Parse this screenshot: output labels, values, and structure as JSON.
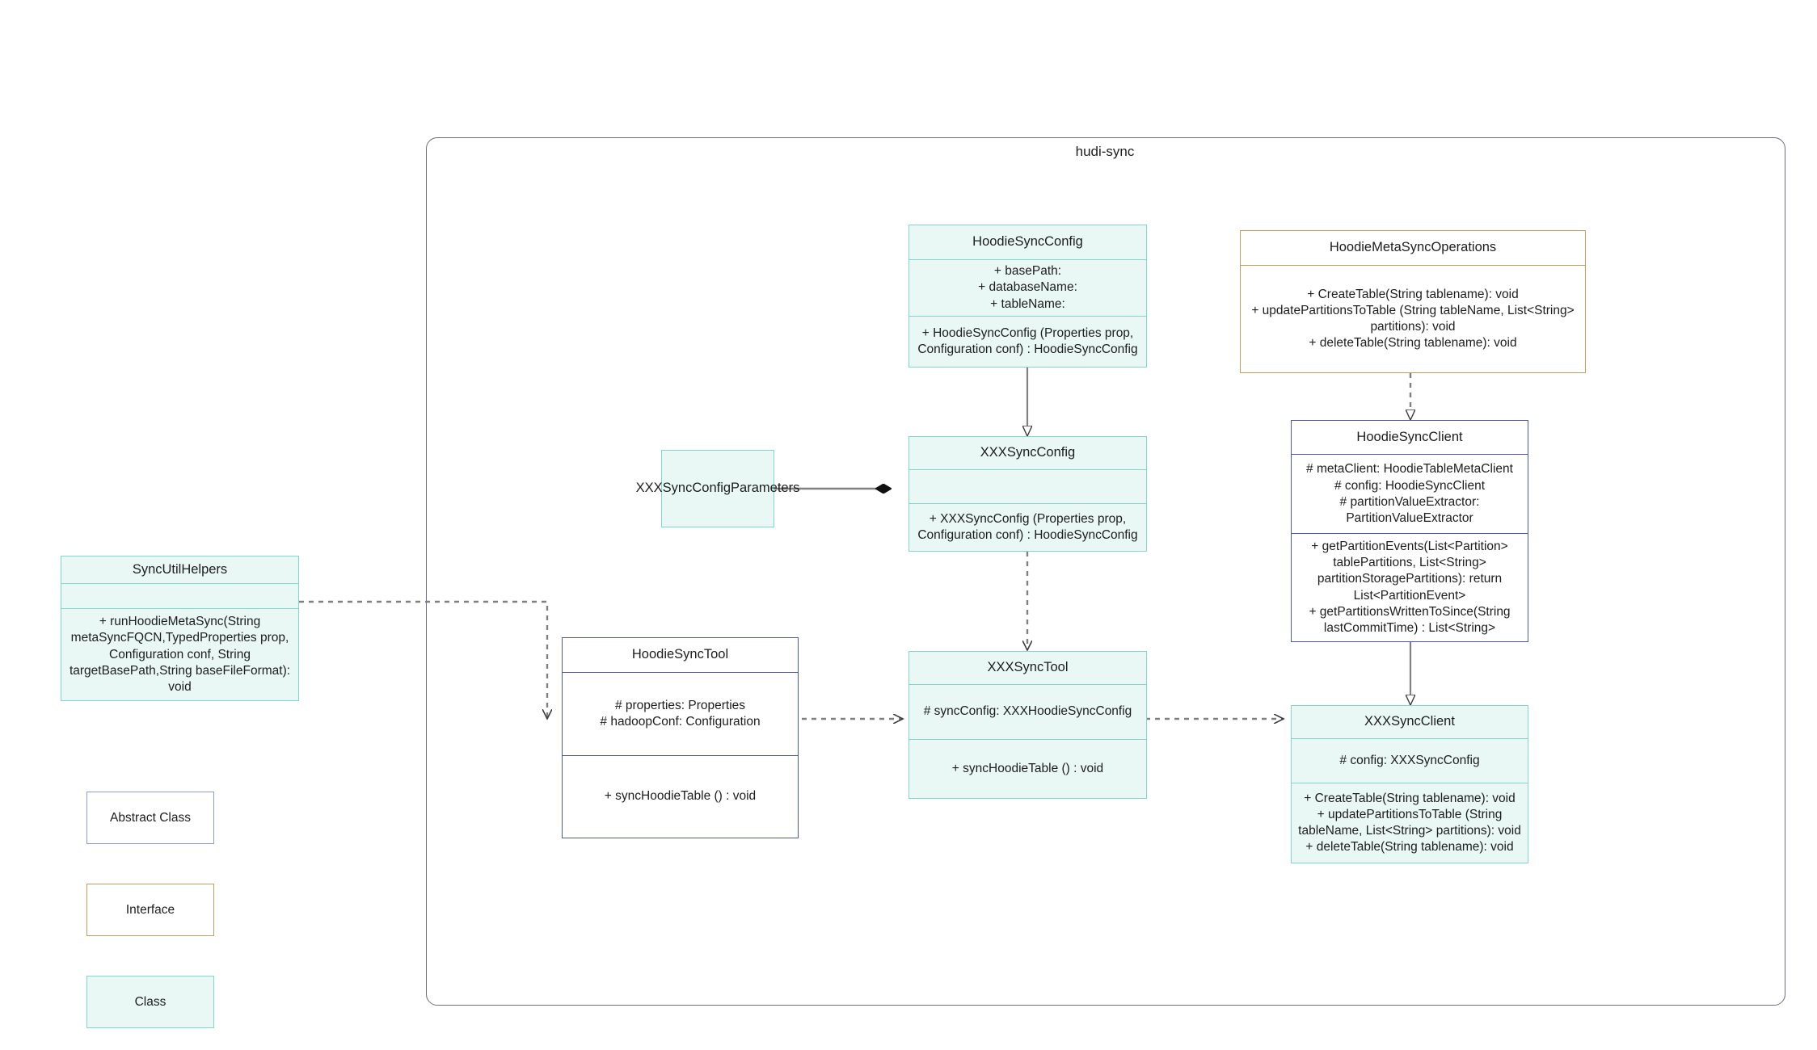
{
  "diagram": {
    "package_title": "hudi-sync",
    "type": "uml-class-diagram"
  },
  "nodes": {
    "hoodie_sync_config": {
      "name": "HoodieSyncConfig",
      "attributes": "+    basePath:\n+   databaseName:\n+   tableName:",
      "methods": "+   HoodieSyncConfig (Properties prop, Configuration conf) : HoodieSyncConfig"
    },
    "hoodie_meta_sync_operations": {
      "name": "HoodieMetaSyncOperations",
      "methods": "+      CreateTable(String tablename): void\n+   updatePartitionsToTable (String tableName, List<String> partitions): void\n+      deleteTable(String tablename): void"
    },
    "hoodie_sync_client": {
      "name": "HoodieSyncClient",
      "attributes": "#   metaClient: HoodieTableMetaClient\n#   config: HoodieSyncClient\n#    partitionValueExtractor: PartitionValueExtractor",
      "methods": "+   getPartitionEvents(List<Partition> tablePartitions, List<String> partitionStoragePartitions): return List<PartitionEvent>\n+   getPartitionsWrittenToSince(String lastCommitTime) : List<String>"
    },
    "xxx_sync_config": {
      "name": "XXXSyncConfig",
      "attributes": "",
      "methods": "+   XXXSyncConfig (Properties prop, Configuration conf) : HoodieSyncConfig"
    },
    "xxx_sync_config_parameters": {
      "name": "XXXSyncConfigParameters"
    },
    "sync_util_helpers": {
      "name": "SyncUtilHelpers",
      "attributes": "",
      "methods": "+    runHoodieMetaSync(String metaSyncFQCN,TypedProperties prop, Configuration conf, String targetBasePath,String baseFileFormat): void"
    },
    "hoodie_sync_tool": {
      "name": "HoodieSyncTool",
      "attributes": "#   properties: Properties\n#   hadoopConf: Configuration",
      "methods": "+   syncHoodieTable () : void"
    },
    "xxx_sync_tool": {
      "name": "XXXSyncTool",
      "attributes": "#  syncConfig: XXXHoodieSyncConfig",
      "methods": "+  syncHoodieTable () : void"
    },
    "xxx_sync_client": {
      "name": "XXXSyncClient",
      "attributes": "#   config: XXXSyncConfig",
      "methods": "+    CreateTable(String tablename): void\n+    updatePartitionsToTable (String tableName, List<String> partitions): void\n+    deleteTable(String tablename): void"
    }
  },
  "legend": {
    "abstract_class": "Abstract Class",
    "interface": "Interface",
    "klass": "Class"
  },
  "colors": {
    "class_fill": "#e9f7f5",
    "class_border": "#7fd8ce",
    "abstract_border": "#4d5aa0",
    "interface_border": "#c59a5e",
    "package_border": "#6b6b82",
    "edge": "#808080"
  }
}
